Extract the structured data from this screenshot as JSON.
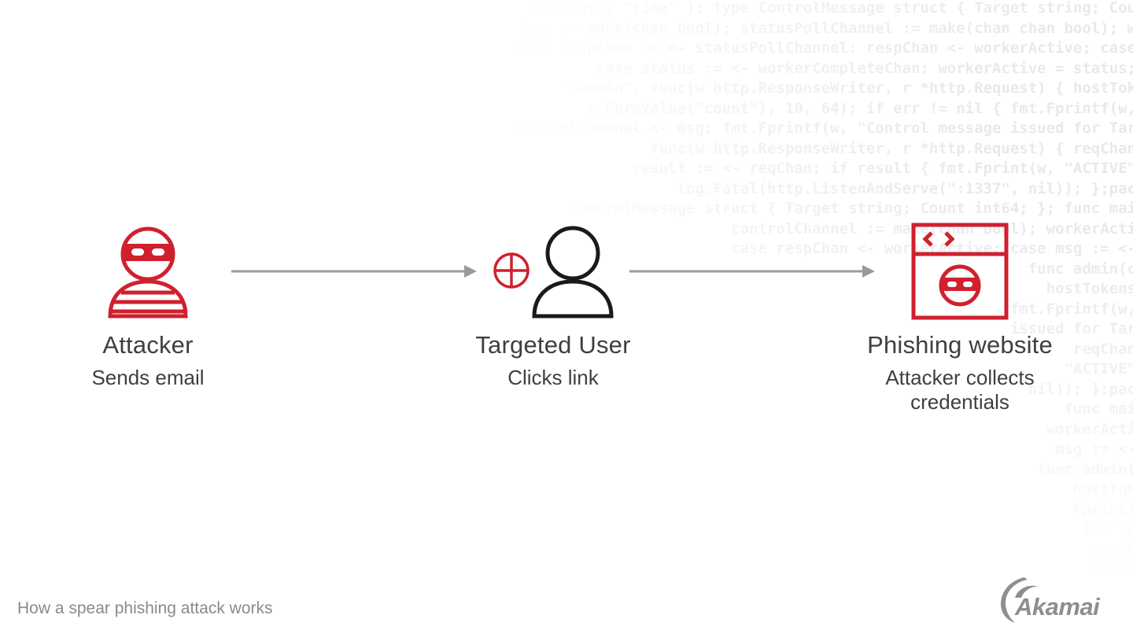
{
  "background_code": [
    "\"encoding\", \"strings\"; \"time\" ); type ControlMessage struct { Target string; Cou",
    "statusChan := make(chan bool); statusPollChannel := make(chan chan bool); w",
    "select { case respChan := <- statusPollChannel: respChan <- workerActive; case",
    "case status := <- workerCompleteChan: workerActive = status;",
    "\"/admin\", func(w http.ResponseWriter, r *http.Request) { hostTok",
    "r.FormValue(\"count\"), 10, 64); if err != nil { fmt.Fprintf(w,",
    "controlChannel <- msg; fmt.Fprintf(w, \"Control message issued for Tar",
    "func(w http.ResponseWriter, r *http.Request) { reqChan",
    "result := <- reqChan; if result { fmt.Fprint(w, \"ACTIVE\"",
    "log.Fatal(http.ListenAndServe(\":1337\", nil)); };pac",
    "ControlMessage struct { Target string; Count int64; }; func mai",
    "controlChannel := make(chan bool); workerActi",
    "case respChan <- workerActive; case msg := <-",
    "func admin(c",
    "hostTokens",
    "fmt.Fprintf(w,",
    "issued for Tar",
    "reqChan",
    "\"ACTIVE\"",
    "nil)); };pac",
    "func mai",
    "workerActi",
    "msg := <-",
    "func admin(",
    "hostTok",
    "Fprintf",
    "for Ta",
    "reqCh",
    "ACTIV",
    "};pa"
  ],
  "nodes": [
    {
      "title": "Attacker",
      "subtitle": "Sends email"
    },
    {
      "title": "Targeted User",
      "subtitle": "Clicks link"
    },
    {
      "title": "Phishing website",
      "subtitle_lines": [
        "Attacker collects",
        "credentials"
      ]
    }
  ],
  "caption": "How a spear phishing attack works",
  "logo_text": "Akamai",
  "colors": {
    "accent_red": "#d0202e",
    "user_black": "#1a1a1a",
    "arrow_gray": "#9a9a9a",
    "text_dark": "#3f3f3f",
    "caption_gray": "#8a8a8a"
  },
  "icons": [
    "burglar-icon",
    "target-crosshair-icon",
    "user-icon",
    "browser-window-icon",
    "mask-face-icon",
    "akamai-logo-icon"
  ]
}
